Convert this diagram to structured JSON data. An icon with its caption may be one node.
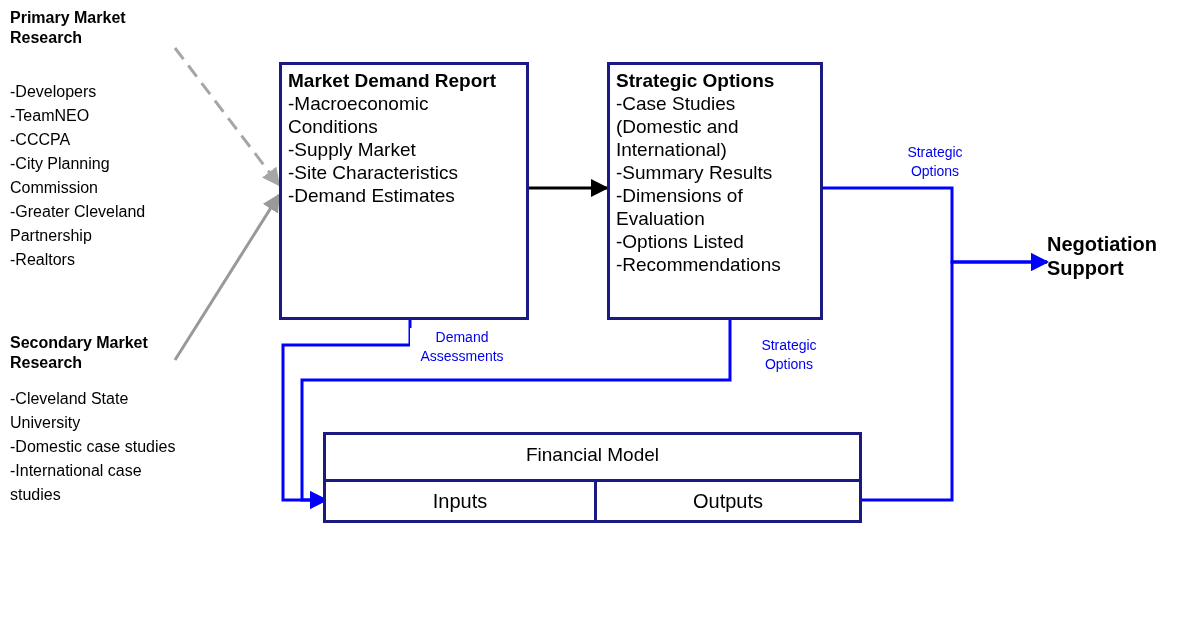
{
  "diagram": {
    "nodes": [
      {
        "text": [
          "Primary Market Research"
        ],
        "beside": [
          "-Developers",
          "-TeamNEO",
          "-CCCPA",
          "-City Planning Commission",
          "-Greater Cleveland Partnership",
          "-Realtors"
        ]
      },
      {
        "text": [
          "Secondary Market Research"
        ],
        "beside": [
          "-Cleveland State University",
          "-Domestic case studies",
          "-International case studies"
        ]
      },
      {
        "text": [
          "Market Demand Report",
          "-Macroeconomic Conditions",
          "-Supply Market",
          "-Site Characteristics",
          "-Demand Estimates"
        ]
      },
      {
        "text": [
          "Strategic Options",
          "-Case Studies (Domestic and International)",
          "-Summary Results",
          "-Dimensions of Evaluation",
          "-Options Listed",
          "-Recommendations"
        ]
      },
      {
        "text": [
          "Financial Model"
        ]
      },
      {
        "text": [
          "Inputs"
        ],
        "in": 4
      },
      {
        "text": [
          "Outputs"
        ],
        "in": 4
      },
      {
        "text": [
          "Negotiation Support"
        ]
      }
    ],
    "edges": [
      {
        "from": 0,
        "to": 2,
        "arrow": "to",
        "style": "dashed",
        "color": "#a6a6a6"
      },
      {
        "from": 1,
        "to": 2,
        "arrow": "to",
        "color": "#999999"
      },
      {
        "from": 2,
        "to": 3,
        "arrow": "to",
        "color": "#000000"
      },
      {
        "from": 2,
        "to": 5,
        "arrow": "to",
        "label": "Demand Assessments"
      },
      {
        "from": 3,
        "to": 5,
        "arrow": "to",
        "label": "Strategic Options"
      },
      {
        "from": 3,
        "to": 7,
        "arrow": "to",
        "label": "Strategic Options"
      },
      {
        "from": 6,
        "to": 7,
        "arrow": "to"
      }
    ]
  }
}
